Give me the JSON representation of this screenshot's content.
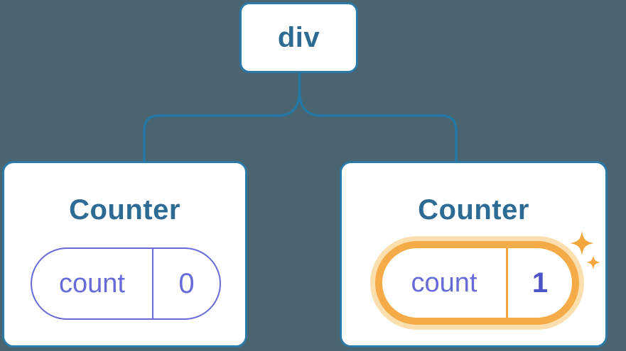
{
  "diagram": {
    "root_node": {
      "label": "div"
    },
    "children": [
      {
        "title": "Counter",
        "state_key": "count",
        "state_value": "0",
        "highlighted": false
      },
      {
        "title": "Counter",
        "state_key": "count",
        "state_value": "1",
        "highlighted": true
      }
    ]
  },
  "colors": {
    "background": "#4a656f",
    "node_fill": "#ffffff",
    "node_border": "#2a79a8",
    "connector_line": "#2478a6",
    "title_text": "#2d6b94",
    "state_text": "#666bd8",
    "highlight_value_text": "#4c52c7",
    "highlight_ring": "#f5ab48",
    "highlight_glow": "#fbdfae",
    "sparkle": "#f4a63e"
  }
}
